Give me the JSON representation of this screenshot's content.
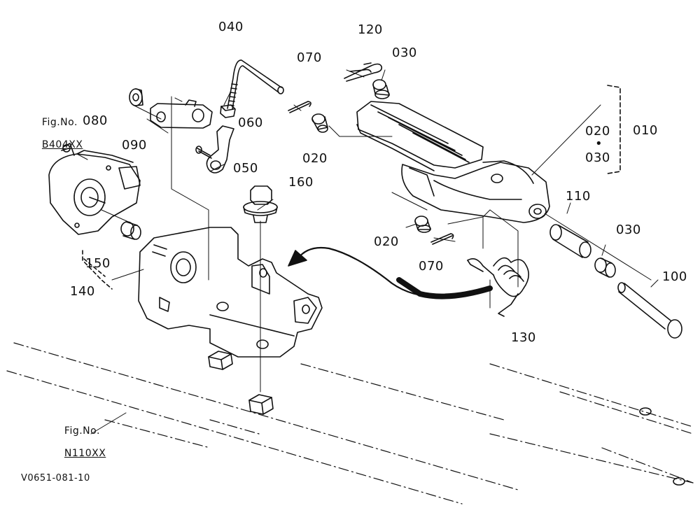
{
  "labels": {
    "p010": "010",
    "p020a": "020",
    "p020b": "020",
    "p020c": "020",
    "p030a": "030",
    "p030b": "030",
    "p030c": "030",
    "p040": "040",
    "p050": "050",
    "p060": "060",
    "p070a": "070",
    "p070b": "070",
    "p080": "080",
    "p090": "090",
    "p100": "100",
    "p110": "110",
    "p120": "120",
    "p130": "130",
    "p140": "140",
    "p150": "150",
    "p160": "160",
    "dot": "•"
  },
  "references": {
    "fig_label_1": "Fig.No.",
    "fig_num_1": "B404XX",
    "fig_label_2": "Fig.No.",
    "fig_num_2": "N110XX"
  },
  "footer": {
    "code": "V0651-081-10"
  }
}
